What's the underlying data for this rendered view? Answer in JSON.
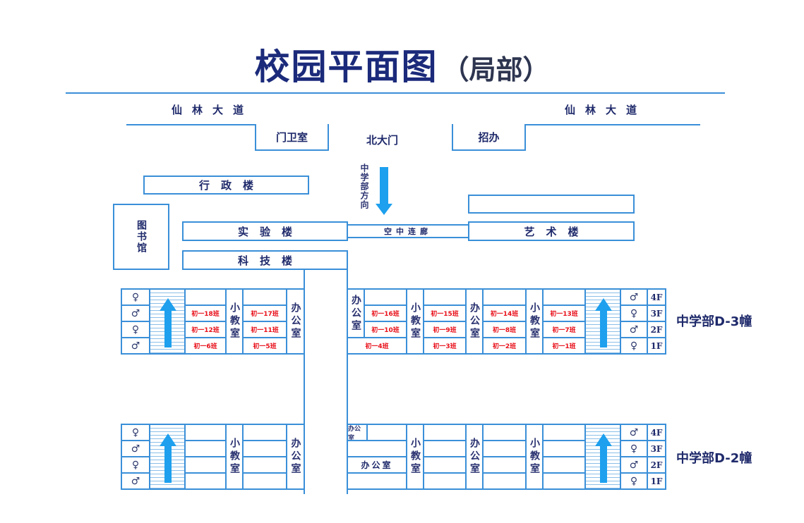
{
  "title": {
    "main": "校园平面图",
    "sub": "（局部）"
  },
  "roads": {
    "left": "仙林大道",
    "right": "仙林大道"
  },
  "gate": {
    "guard_room": "门卫室",
    "north_gate": "北大门",
    "admissions": "招办"
  },
  "direction": {
    "label": "中学部方向",
    "icon": "arrow-down-icon"
  },
  "buildings": {
    "admin": "行政楼",
    "library": "图书馆",
    "lab": "实验楼",
    "tech": "科技楼",
    "skyway": "空中连廊",
    "art": "艺术楼",
    "art_upper": ""
  },
  "colors": {
    "line": "#3a8fd8",
    "arrow": "#1ea0ee",
    "class_text": "#e8101a",
    "label_text": "#1f2a6b"
  },
  "d3": {
    "label": "中学部D-3幢",
    "restrooms_left": [
      {
        "icon": "female-icon",
        "symbol": "♀"
      },
      {
        "icon": "male-icon",
        "symbol": "♂"
      },
      {
        "icon": "female-icon",
        "symbol": "♀"
      },
      {
        "icon": "male-icon",
        "symbol": "♂"
      }
    ],
    "restrooms_right": [
      {
        "icon": "male-icon",
        "symbol": "♂"
      },
      {
        "icon": "female-icon",
        "symbol": "♀"
      },
      {
        "icon": "male-icon",
        "symbol": "♂"
      },
      {
        "icon": "female-icon",
        "symbol": "♀"
      }
    ],
    "floors": [
      "4F",
      "3F",
      "2F",
      "1F"
    ],
    "small_classroom": "小教室",
    "office": "办公室",
    "west_wing": {
      "col1": [
        "",
        "初一18班",
        "初一12班",
        "初一6班"
      ],
      "col2": [
        "",
        "初一17班",
        "初一11班",
        "初一5班"
      ]
    },
    "east_wing": {
      "col1": [
        "",
        "初一16班",
        "初一10班",
        "初一4班"
      ],
      "col2": [
        "",
        "初一15班",
        "初一9班",
        "初一3班"
      ],
      "col3": [
        "",
        "初一14班",
        "初一8班",
        "初一2班"
      ],
      "col4": [
        "",
        "初一13班",
        "初一7班",
        "初一1班"
      ]
    }
  },
  "d2": {
    "label": "中学部D-2幢",
    "restrooms_left": [
      {
        "icon": "female-icon",
        "symbol": "♀"
      },
      {
        "icon": "male-icon",
        "symbol": "♂"
      },
      {
        "icon": "female-icon",
        "symbol": "♀"
      },
      {
        "icon": "male-icon",
        "symbol": "♂"
      }
    ],
    "restrooms_right": [
      {
        "icon": "male-icon",
        "symbol": "♂"
      },
      {
        "icon": "female-icon",
        "symbol": "♀"
      },
      {
        "icon": "male-icon",
        "symbol": "♂"
      },
      {
        "icon": "female-icon",
        "symbol": "♀"
      }
    ],
    "floors": [
      "4F",
      "3F",
      "2F",
      "1F"
    ],
    "small_classroom": "小教室",
    "office": "办公室",
    "office_small": "办公室",
    "office_large": "办公室"
  }
}
